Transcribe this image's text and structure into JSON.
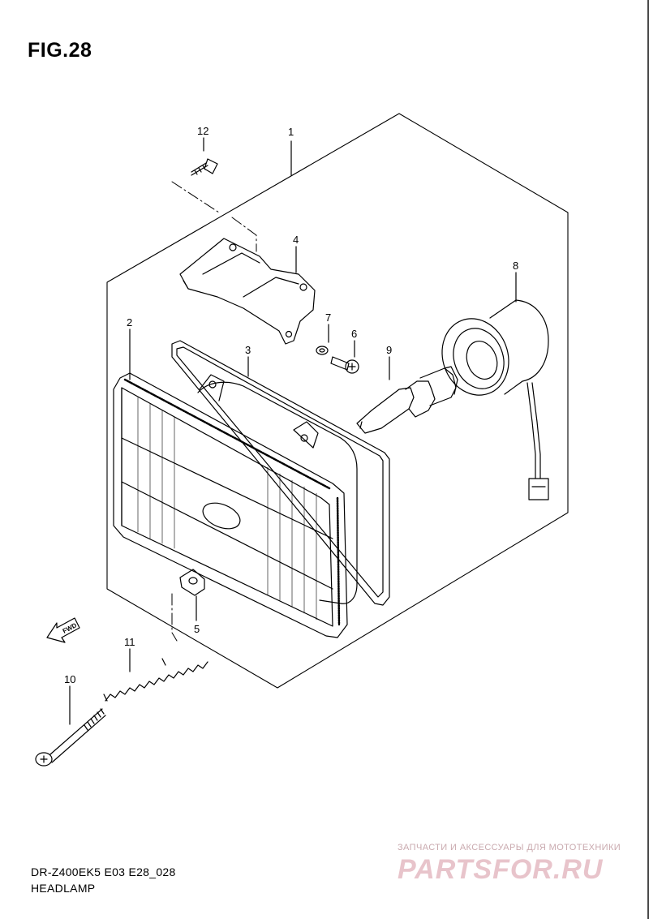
{
  "figure": {
    "title": "FIG.28"
  },
  "callouts": {
    "c1": "1",
    "c2": "2",
    "c3": "3",
    "c4": "4",
    "c5": "5",
    "c6": "6",
    "c7": "7",
    "c8": "8",
    "c9": "9",
    "c10": "10",
    "c11": "11",
    "c12": "12"
  },
  "fwd_arrow": {
    "label": "FWD"
  },
  "footer": {
    "model": "DR-Z400EK5 E03 E28_028",
    "name": "HEADLAMP"
  },
  "watermark": {
    "tagline": "ЗАПЧАСТИ И АКСЕССУАРЫ ДЛЯ МОТОТЕХНИКИ",
    "logo": "PARTSFOR.RU"
  }
}
